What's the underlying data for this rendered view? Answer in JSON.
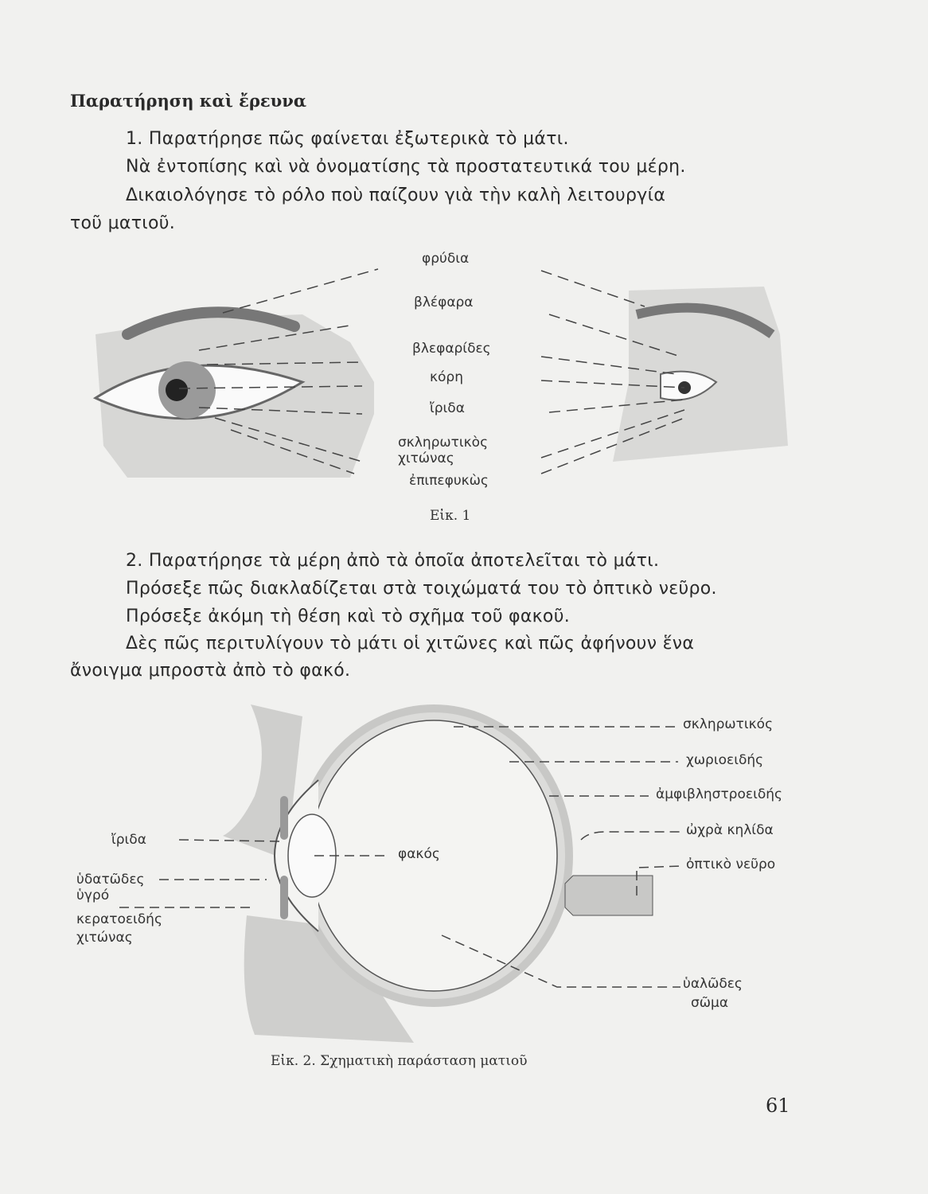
{
  "heading": "Παρατήρηση καὶ ἔρευνα",
  "section1": [
    "1. Παρατήρησε πῶς φαίνεται ἐξωτερικὰ τὸ μάτι.",
    "Νὰ ἐντοπίσης καὶ νὰ ὀνοματίσης τὰ προστατευτικά του μέρη.",
    "Δικαιολόγησε τὸ ρόλο ποὺ παίζουν γιὰ τὴν καλὴ λειτουργία",
    "τοῦ ματιοῦ."
  ],
  "figure1": {
    "labels": [
      "φρύδια",
      "βλέφαρα",
      "βλεφαρίδες",
      "κόρη",
      "ἴριδα",
      "σκληρωτικὸς",
      "χιτώνας",
      "ἐπιπεφυκὼς"
    ],
    "caption": "Εἰκ. 1"
  },
  "section2": [
    "2. Παρατήρησε τὰ μέρη ἀπὸ τὰ ὁποῖα ἀποτελεῖται τὸ μάτι.",
    "Πρόσεξε πῶς διακλαδίζεται στὰ τοιχώματά του τὸ ὀπτικὸ νεῦρο.",
    "Πρόσεξε ἀκόμη τὴ θέση καὶ τὸ σχῆμα τοῦ φακοῦ.",
    "Δὲς πῶς περιτυλίγουν τὸ μάτι οἱ χιτῶνες καὶ πῶς ἀφήνουν ἕνα",
    "ἄνοιγμα μπροστὰ ἀπὸ τὸ φακό."
  ],
  "figure2": {
    "right_labels": [
      "σκληρωτικός",
      "χωριοειδής",
      "ἀμφιβληστροειδής",
      "ὠχρὰ κηλίδα",
      "ὀπτικὸ νεῦρο",
      "ὑαλῶδες",
      "σῶμα"
    ],
    "left_labels": [
      "ἴριδα",
      "ὑδατῶδες",
      "ὑγρό",
      "κερατοειδής",
      "χιτώνας"
    ],
    "center_label": "φακός",
    "caption": "Εἰκ. 2. Σχηματικὴ παράσταση ματιοῦ"
  },
  "page_number": "61"
}
